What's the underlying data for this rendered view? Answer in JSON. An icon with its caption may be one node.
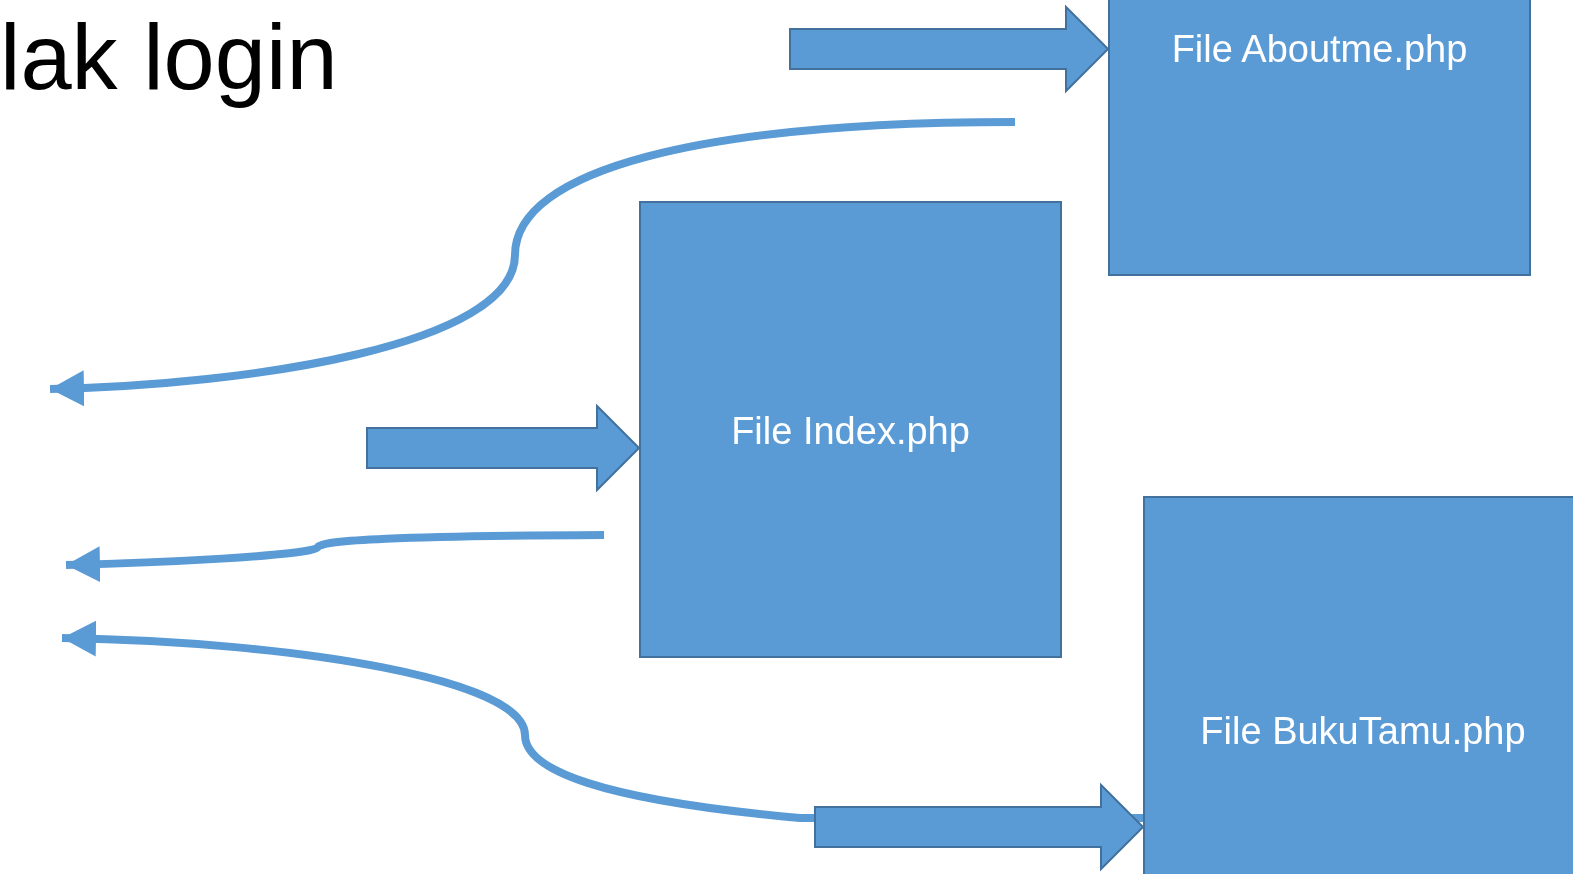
{
  "diagram": {
    "title": "lak login",
    "nodes": [
      {
        "text": [
          "File Aboutme.php"
        ]
      },
      {
        "text": [
          "File Index.php"
        ]
      },
      {
        "text": [
          "File BukuTamu.php"
        ]
      }
    ],
    "edges": [
      {
        "from": null,
        "to": 0,
        "arrow": "to",
        "style": "thick"
      },
      {
        "from": 0,
        "to": null,
        "arrow": "to"
      },
      {
        "from": null,
        "to": 1,
        "arrow": "to",
        "style": "thick"
      },
      {
        "from": 1,
        "to": null,
        "arrow": "to"
      },
      {
        "from": null,
        "to": 2,
        "arrow": "to",
        "style": "thick"
      },
      {
        "from": 2,
        "to": null,
        "arrow": "to"
      }
    ]
  }
}
